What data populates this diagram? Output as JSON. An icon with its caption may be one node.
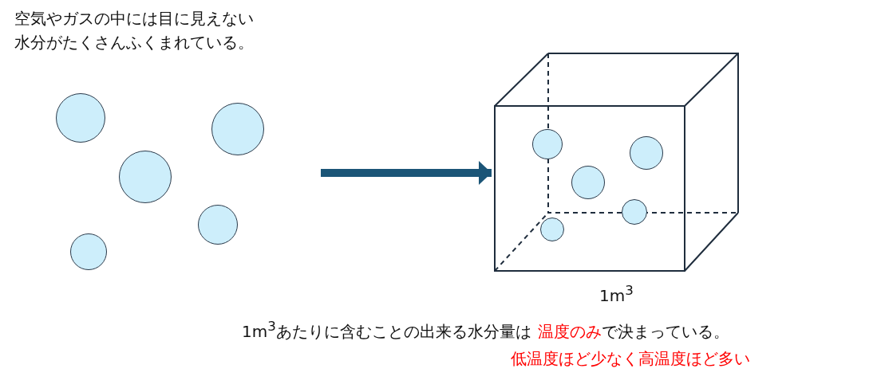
{
  "diagram": {
    "nodes": [
      {
        "text": [],
        "shape": "circle"
      },
      {
        "text": [],
        "shape": "circle"
      },
      {
        "text": [],
        "shape": "circle"
      },
      {
        "text": [],
        "shape": "circle"
      },
      {
        "text": [],
        "shape": "circle"
      },
      {
        "text": [],
        "shape": "box",
        "beside": [
          "1m$^{3}$"
        ]
      },
      {
        "text": [],
        "shape": "circle",
        "in": 5
      },
      {
        "text": [],
        "shape": "circle",
        "in": 5
      },
      {
        "text": [],
        "shape": "circle",
        "in": 5
      },
      {
        "text": [],
        "shape": "circle",
        "in": 5
      },
      {
        "text": [],
        "shape": "circle",
        "in": 5
      }
    ],
    "edges": [
      {
        "from": null,
        "to": 5,
        "arrow": "to"
      }
    ],
    "labels": [
      "空気やガスの中には目に見えない水分がたくさんふくまれている。",
      "1m$^{3}$あたりに含むことの出来る水分量は",
      "温度のみ",
      "で決まっている。",
      "低温度ほど少なく高温度ほど多い"
    ]
  }
}
